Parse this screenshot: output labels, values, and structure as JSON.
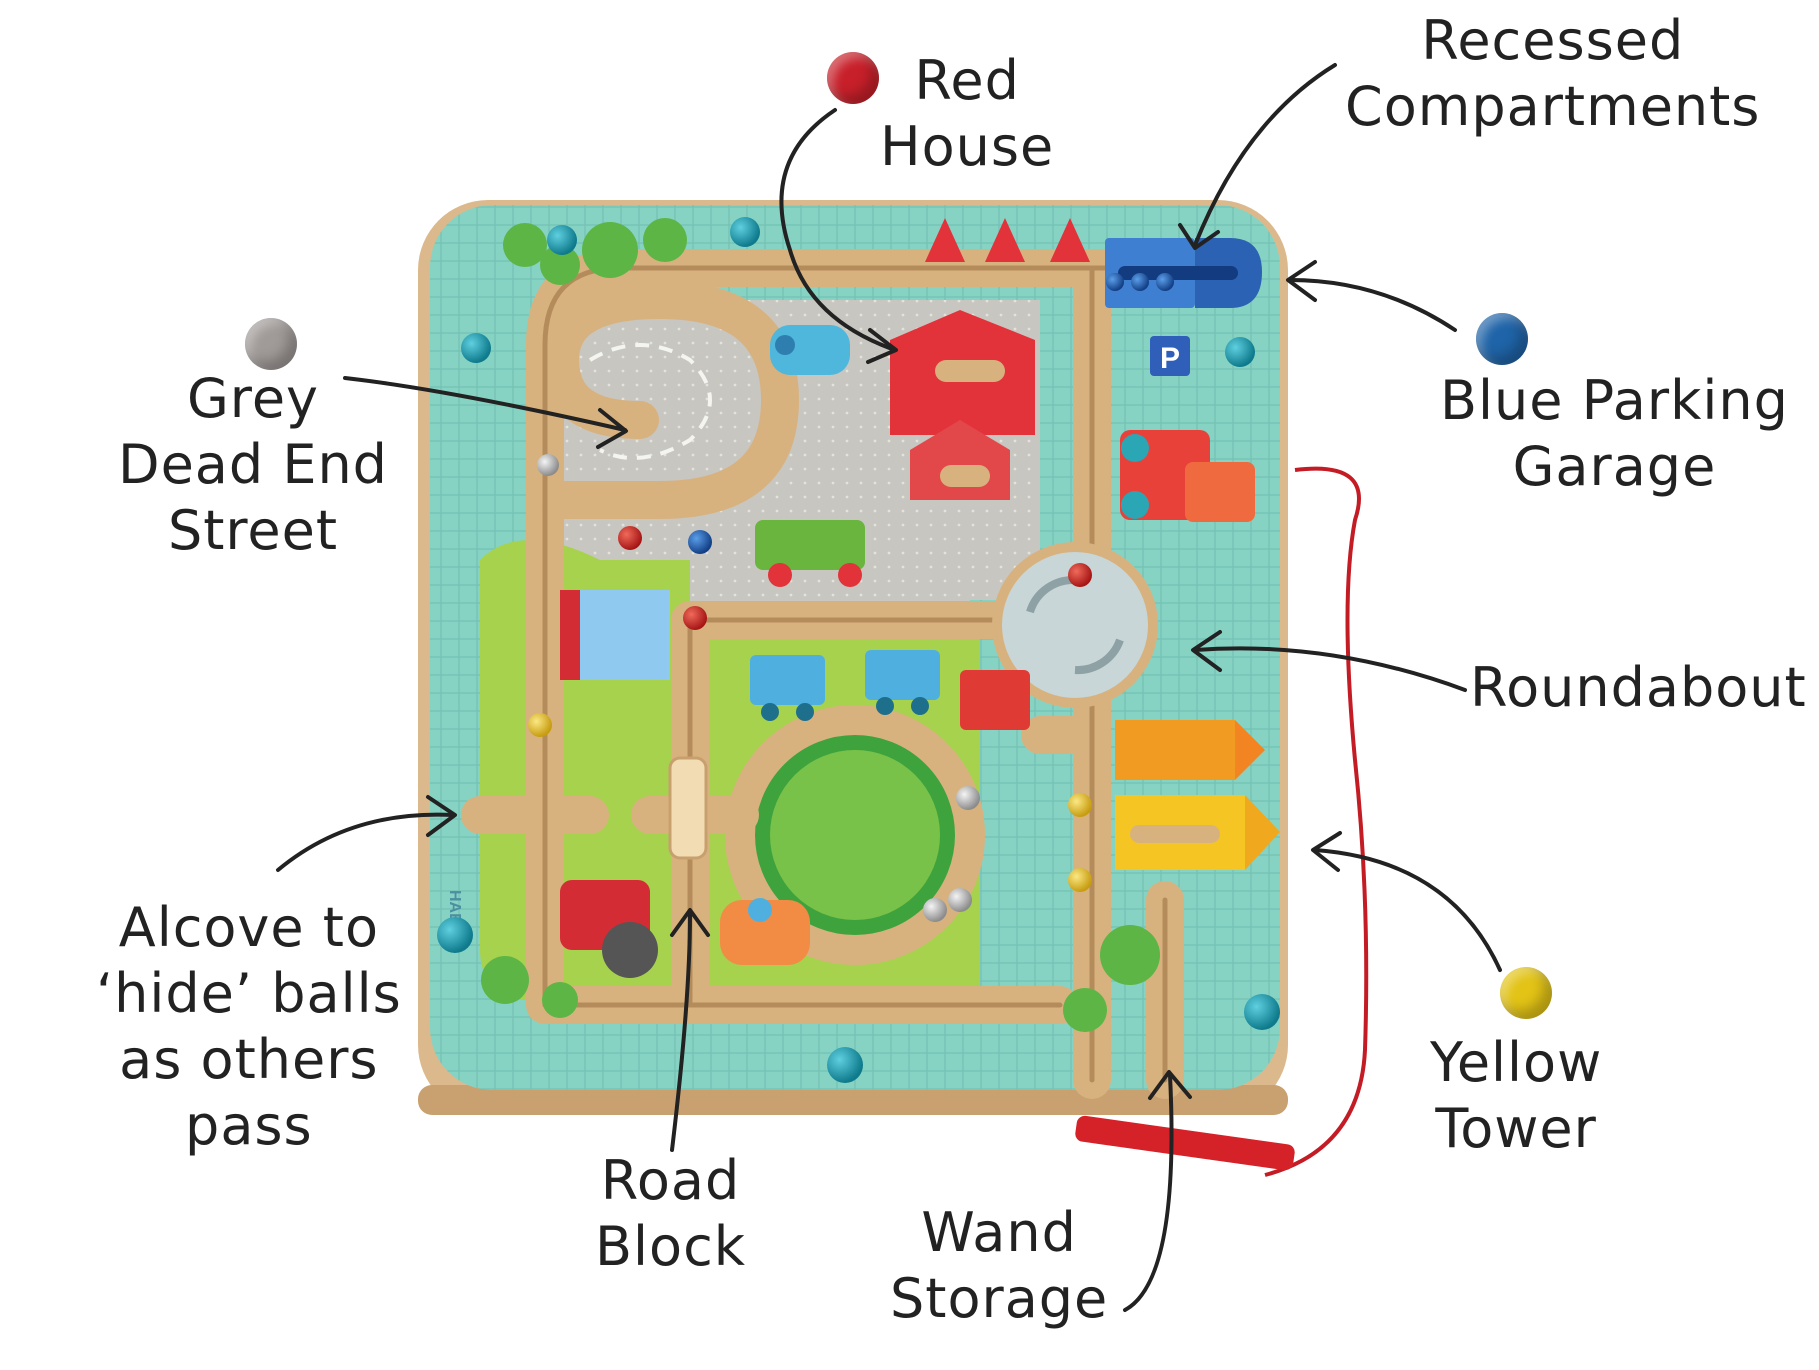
{
  "annotations": {
    "recessed": {
      "text": "Recessed\nCompartments"
    },
    "red_house": {
      "text": "Red\nHouse",
      "ball_color": "#c8202a"
    },
    "grey_dead_end": {
      "text": "Grey\nDead End\nStreet",
      "ball_color": "#a09a98"
    },
    "blue_parking": {
      "text": "Blue Parking\nGarage",
      "ball_color": "#1f64a8"
    },
    "roundabout": {
      "text": "Roundabout"
    },
    "alcove": {
      "text": "Alcove to\n‘hide’ balls\nas others\npass"
    },
    "road_block": {
      "text": "Road\nBlock"
    },
    "wand_storage": {
      "text": "Wand\nStorage"
    },
    "yellow_tower": {
      "text": "Yellow\nTower",
      "ball_color": "#e2c316"
    }
  },
  "board": {
    "brand_mark": "HABA",
    "parking_sign": "P",
    "colors": {
      "frame": "#e7c79b",
      "mat": "#7fcfc0",
      "track": "#d9b586",
      "grass": "#9ccd50"
    }
  }
}
